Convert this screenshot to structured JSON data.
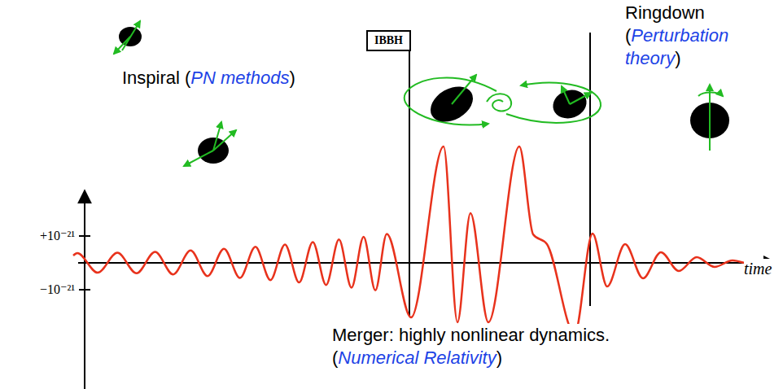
{
  "diagram": {
    "nodes": [
      {
        "text": [
          "IBBH"
        ]
      }
    ],
    "labels": [
      "Inspiral (PN methods)",
      "Ringdown (Perturbation theory)",
      "Merger: highly nonlinear dynamics. (Numerical Relativity)",
      "+10⁻²¹",
      "−10⁻²¹",
      "time"
    ]
  }
}
